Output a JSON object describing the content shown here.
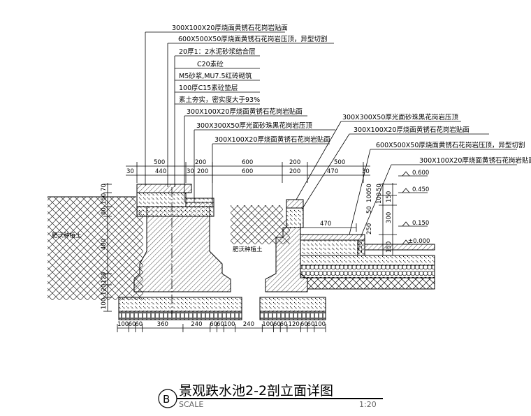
{
  "callouts": [
    "300X100X20厚烧面黄锈石花岗岩贴面",
    "600X500X50厚烧面黄锈石花岗岩压顶，异型切割",
    "20厚1：2水泥砂浆结合层",
    "C20素砼",
    "M5砂浆,MU7.5红砖砌筑",
    "100厚C15素砼垫层",
    "素土夯实，密实度大于93%",
    "300X100X20厚烧面黄锈石花岗岩贴面",
    "300X300X50厚光面砂珠黑花岗岩压顶",
    "300X100X20厚烧面黄锈石花岗岩贴面",
    "300X300X50厚光面砂珠黑花岗岩压顶",
    "300X100X20厚烧面黄锈石花岗岩贴面",
    "600X500X50厚烧面黄锈石花岗岩压顶，异型切割",
    "300X100X20厚烧面黄锈石花岗岩贴面"
  ],
  "top_dims_row1": [
    "500",
    "200",
    "600",
    "200",
    "500"
  ],
  "top_dims_row2": [
    "30",
    "440",
    "30",
    "200",
    "600",
    "200",
    "470",
    "30"
  ],
  "inner_dim": "470",
  "left_dims": [
    "70",
    "150",
    "80",
    "480",
    "120",
    "120",
    "100"
  ],
  "right_dims": [
    "50",
    "100",
    "150",
    "300",
    "150",
    "50",
    "100",
    "50",
    "250",
    "250"
  ],
  "bottom_dims": [
    "100",
    "60",
    "60",
    "360",
    "240",
    "60",
    "60",
    "100",
    "240",
    "100",
    "60",
    "60",
    "120",
    "60",
    "60",
    "100"
  ],
  "levels": [
    "0.600",
    "0.450",
    "0.150",
    "±0.000"
  ],
  "soil_labels": [
    "肥沃种植土",
    "肥沃种植土"
  ],
  "title": {
    "marker": "B",
    "text": "景观跌水池2-2剖立面详图",
    "scale_label": "SCALE",
    "scale_value": "1:20"
  }
}
